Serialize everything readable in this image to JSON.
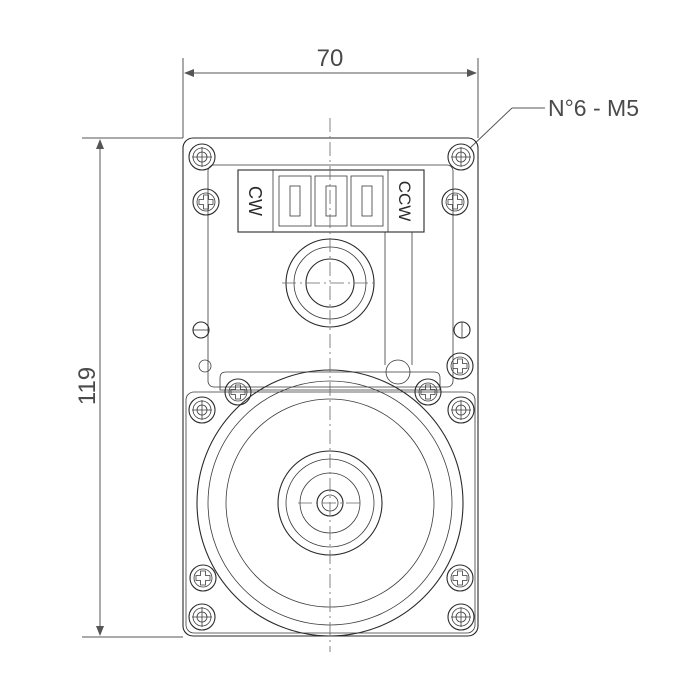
{
  "drawing": {
    "width_dimension": "70",
    "height_dimension": "119",
    "hole_callout": "N°6 - M5",
    "terminal_left_label": "CW",
    "terminal_right_label": "CCW"
  },
  "colors": {
    "line": "#2a2a2a",
    "dimension_text": "#4a4a4a",
    "background": "#ffffff"
  }
}
